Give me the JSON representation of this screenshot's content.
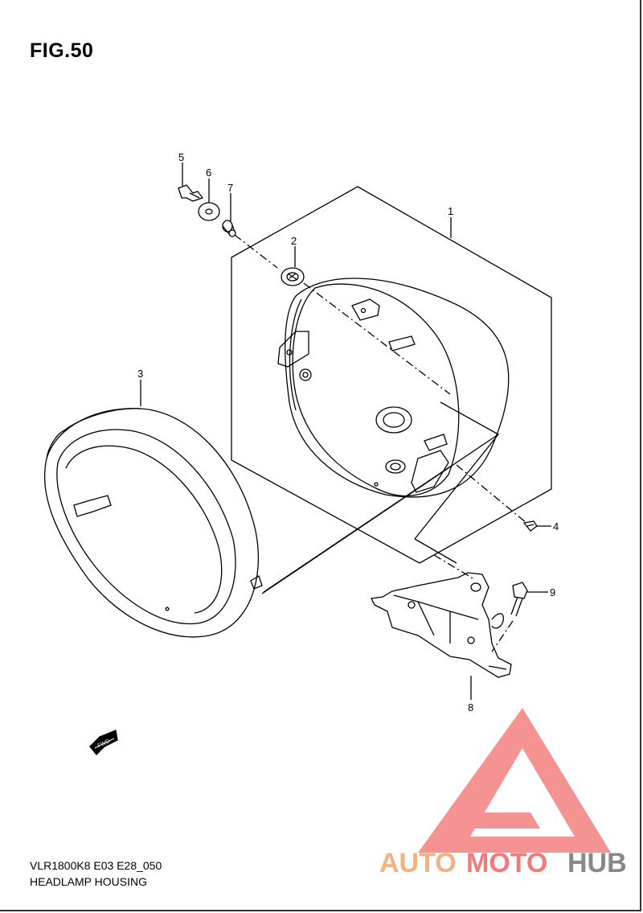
{
  "figure": {
    "title": "FIG.50"
  },
  "callouts": {
    "c1": "1",
    "c2": "2",
    "c3": "3",
    "c4": "4",
    "c5": "5",
    "c6": "6",
    "c7": "7",
    "c8": "8",
    "c9": "9"
  },
  "fwd_label": "FWD",
  "footer": {
    "model_code": "VLR1800K8 E03 E28_050",
    "caption": "HEADLAMP HOUSING"
  },
  "watermark": {
    "part1": "AUTO",
    "part2": "MOTO",
    "part3": "HUB",
    "colors": {
      "auto": "#f4b183",
      "moto": "#f27a7a",
      "hub": "#888888",
      "logo": "#f47f7f"
    }
  }
}
